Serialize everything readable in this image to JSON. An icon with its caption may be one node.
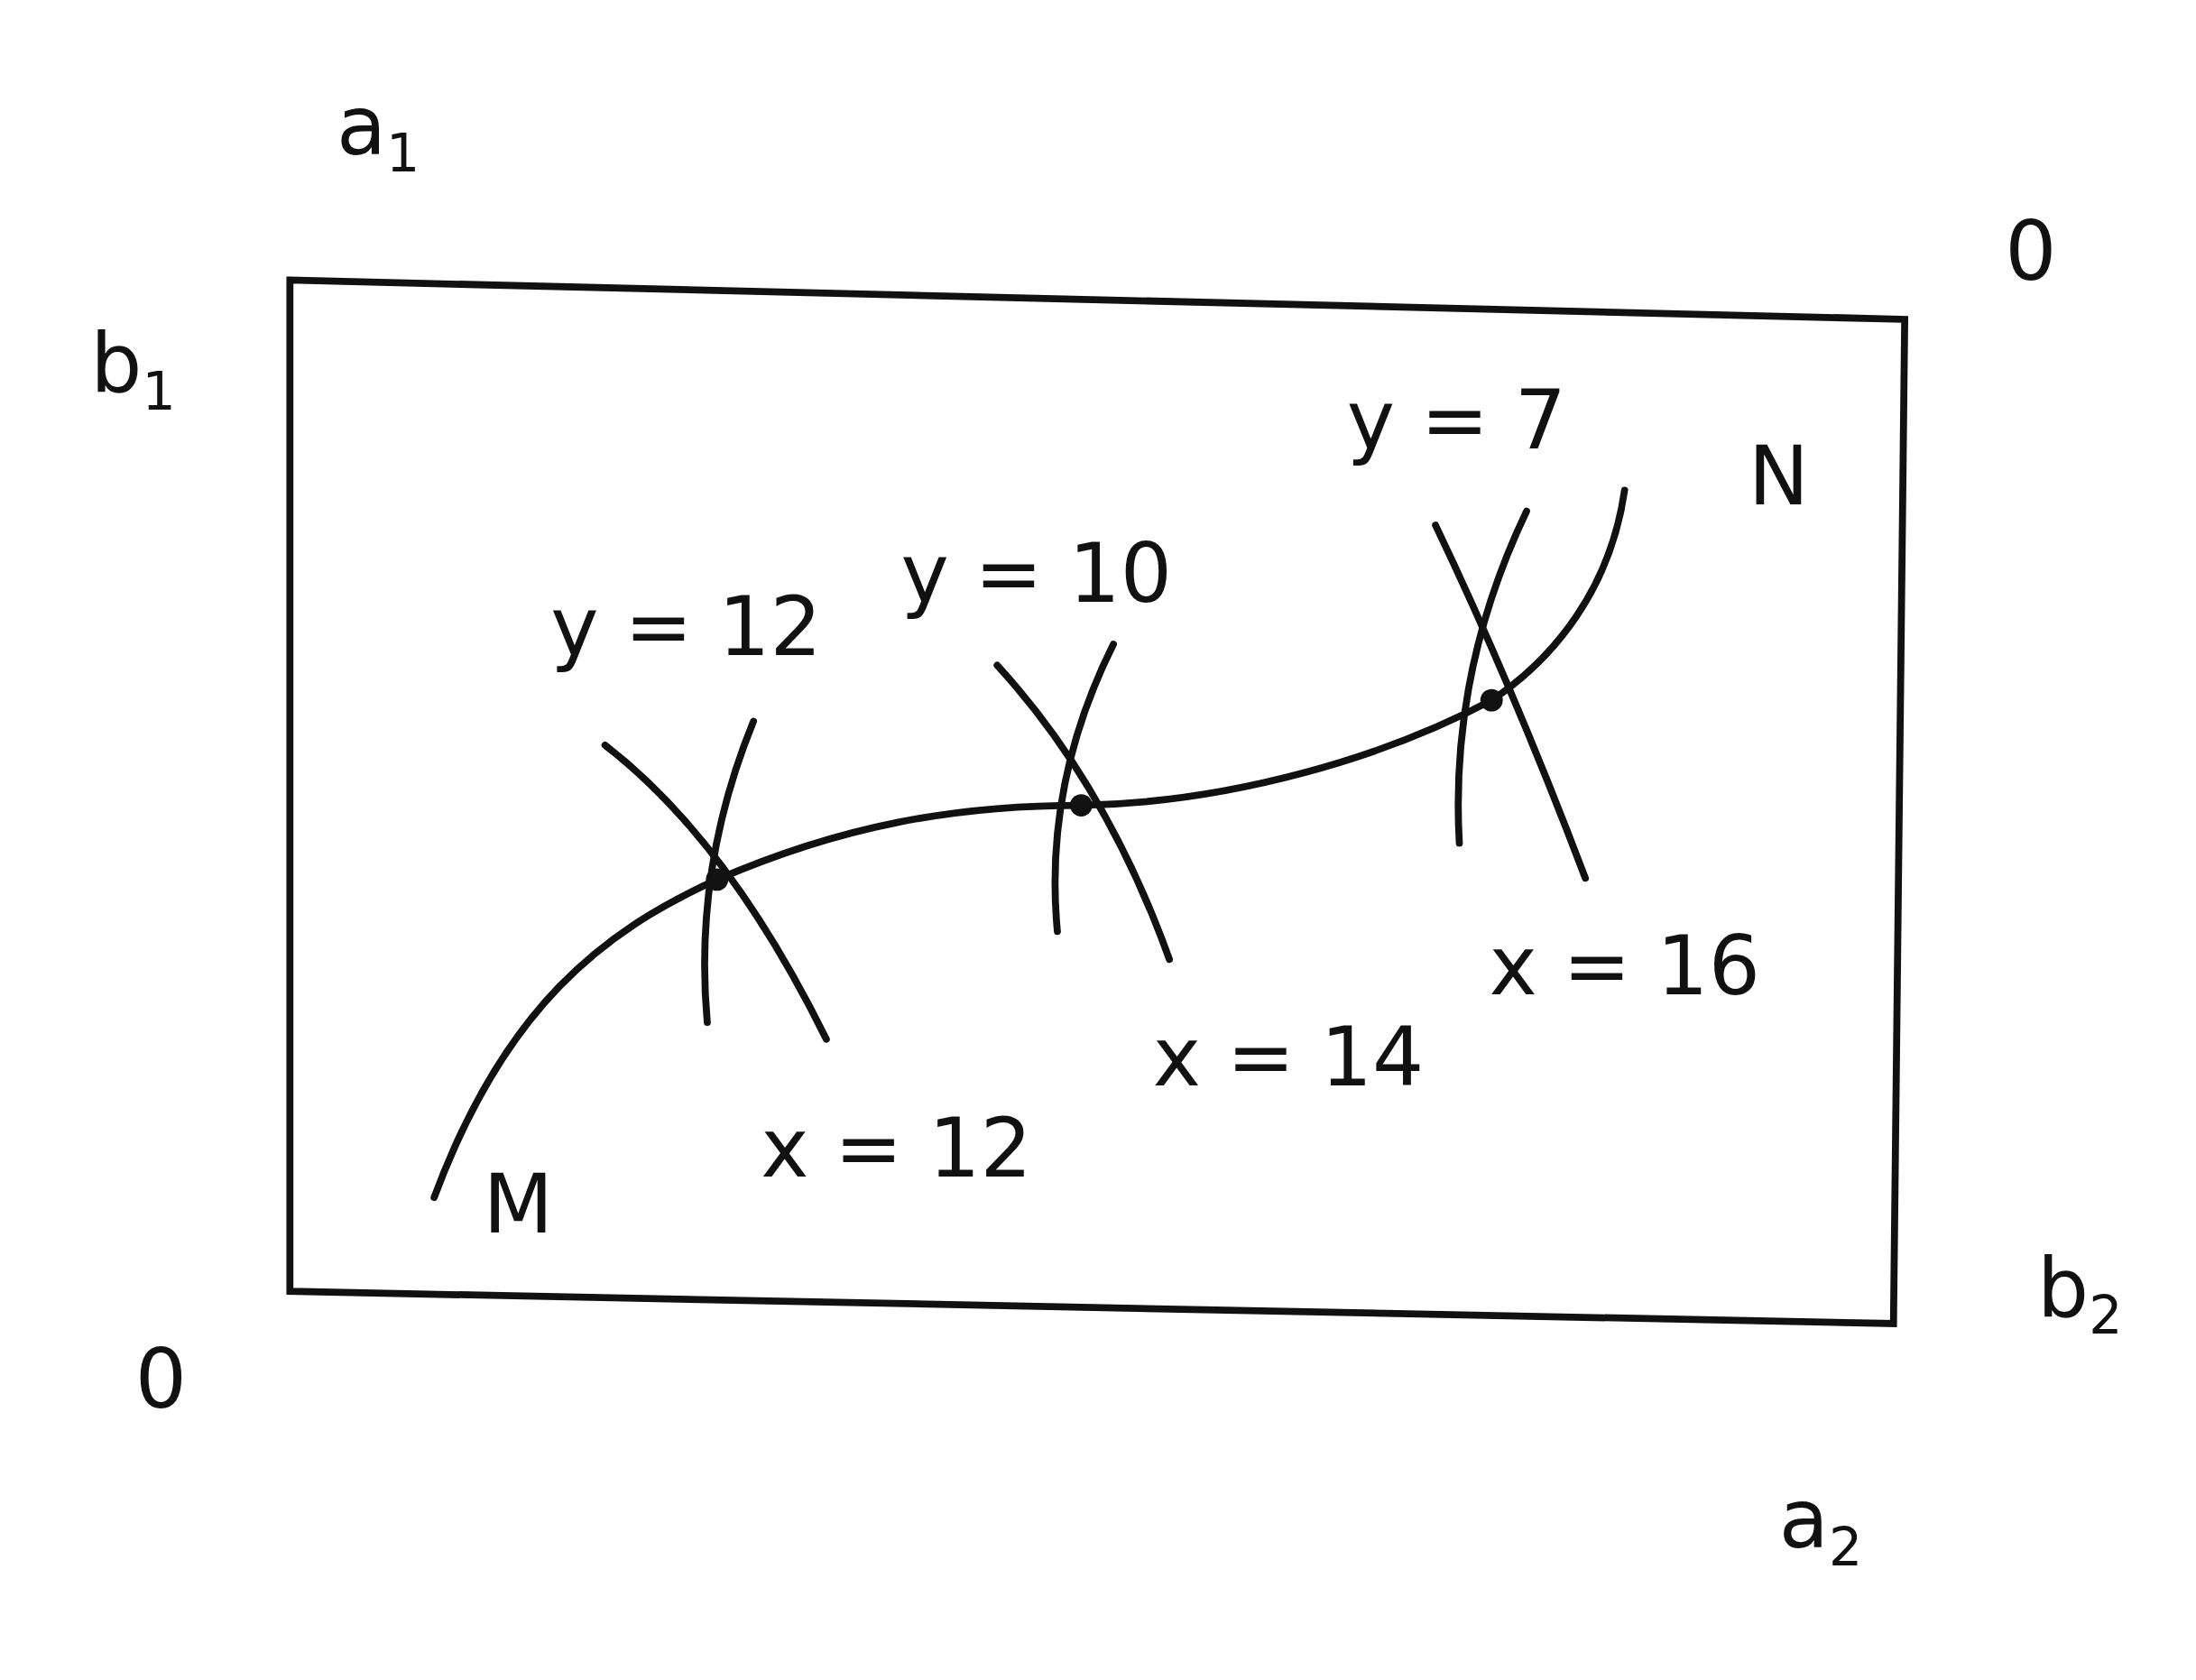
{
  "diagram": {
    "labels": [
      "a$_{1}$",
      "0",
      "b$_{1}$",
      "y = 7",
      "N",
      "y = 10",
      "y = 12",
      "x = 16",
      "x = 14",
      "x = 12",
      "M",
      "b$_{2}$",
      "0",
      "a$_{2}$"
    ]
  }
}
